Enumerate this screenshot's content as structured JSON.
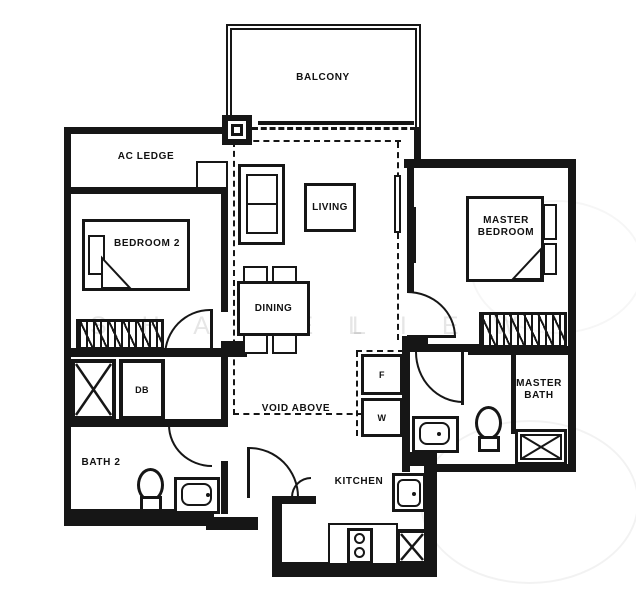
{
  "colors": {
    "line": "#161616",
    "background": "#ffffff"
  },
  "watermark": {
    "left": "S H A N E L",
    "right": "L I E W"
  },
  "rooms": {
    "balcony": "BALCONY",
    "ac_ledge": "AC LEDGE",
    "bedroom2": "BEDROOM 2",
    "living": "LIVING",
    "dining": "DINING",
    "void_above": "VOID ABOVE",
    "master_bedroom": {
      "line1": "MASTER",
      "line2": "BEDROOM"
    },
    "master_bath": {
      "line1": "MASTER",
      "line2": "BATH"
    },
    "bath2": "BATH 2",
    "kitchen": "KITCHEN"
  },
  "fixtures": {
    "distribution_board": "DB",
    "fridge": "F",
    "washer": "W"
  }
}
